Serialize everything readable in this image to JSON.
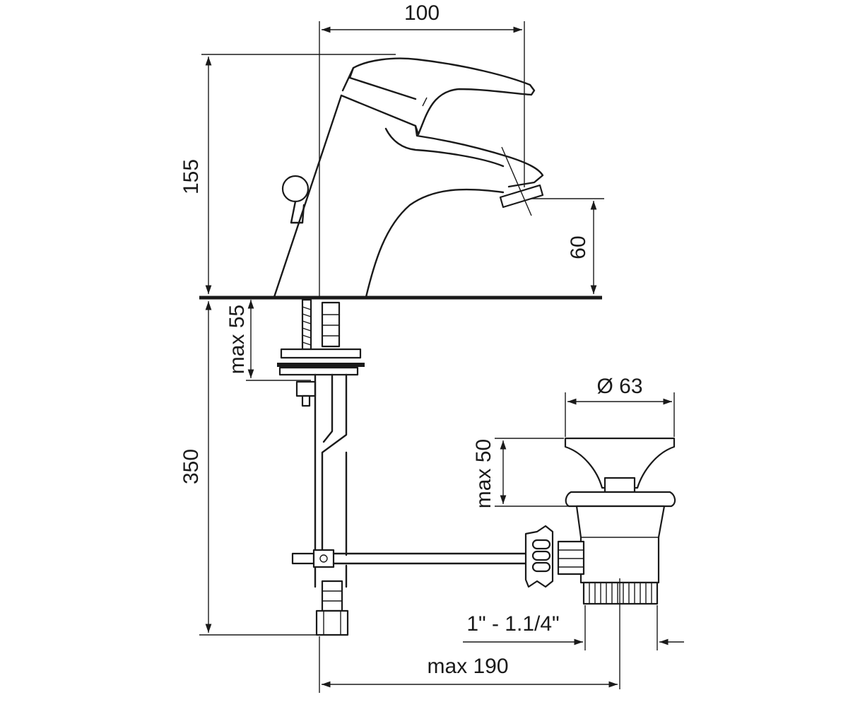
{
  "dimensions": {
    "width_top": "100",
    "height_tap": "155",
    "spout_height": "60",
    "max_deck": "max 55",
    "hose_length": "350",
    "waste_diameter": "Ø 63",
    "waste_max_height": "max 50",
    "waste_thread": "1\" - 1.1/4\"",
    "max_reach": "max 190"
  }
}
